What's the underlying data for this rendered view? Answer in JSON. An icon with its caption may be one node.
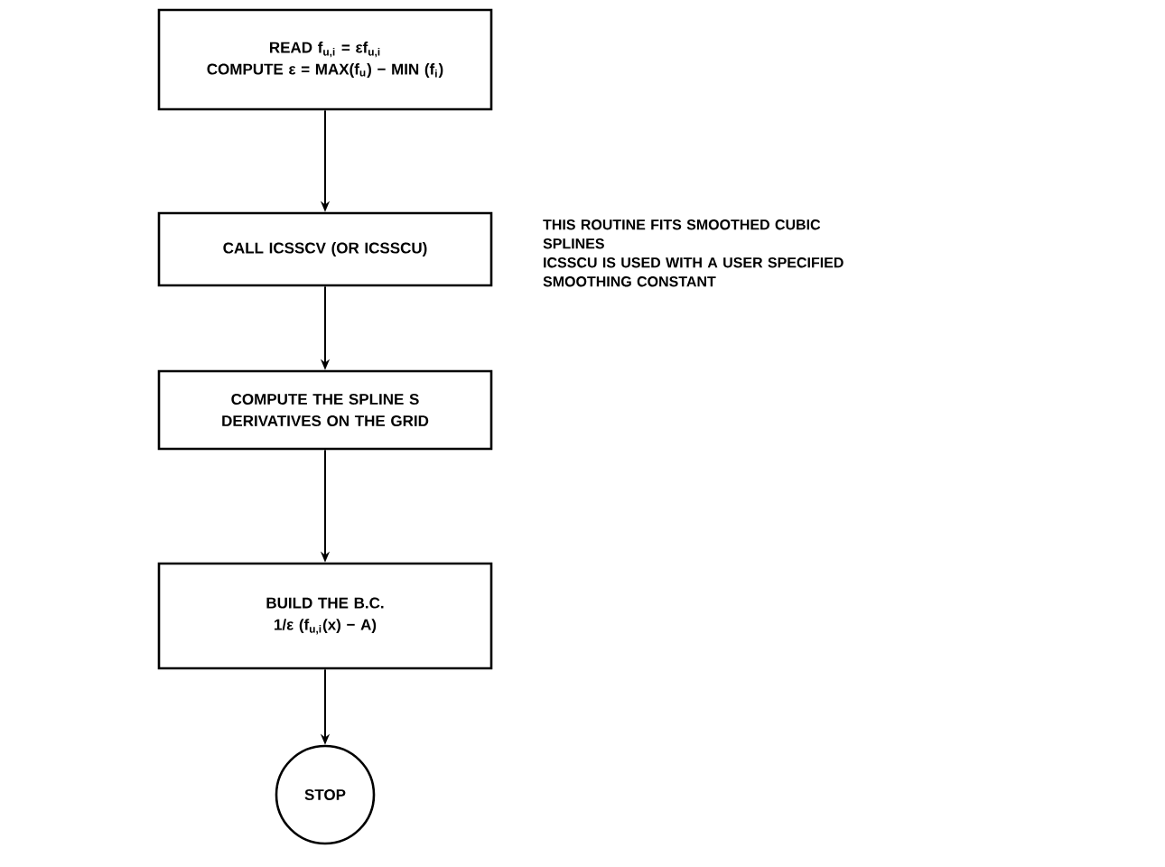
{
  "diagram": {
    "nodes": [
      {
        "text": [
          "READ f$_{u,i}$ = εf$_{u,i}$",
          "COMPUTE ε = MAX(f$_{u}$) − MIN (f$_{i}$)"
        ]
      },
      {
        "text": [
          "CALL ICSSCV (OR ICSSCU)"
        ],
        "beside": [
          "THIS ROUTINE FITS SMOOTHED CUBIC SPLINES",
          "ICSSCU IS USED WITH A USER SPECIFIED SMOOTHING CONSTANT"
        ]
      },
      {
        "text": [
          "COMPUTE THE SPLINE S DERIVATIVES ON THE GRID"
        ]
      },
      {
        "text": [
          "BUILD THE B.C.",
          "1/ε (f$_{u,i}$(x) − A)"
        ]
      },
      {
        "text": [
          "STOP"
        ]
      }
    ],
    "edges": [
      {
        "from": 0,
        "to": 1,
        "arrow": "to"
      },
      {
        "from": 1,
        "to": 2,
        "arrow": "to"
      },
      {
        "from": 2,
        "to": 3,
        "arrow": "to"
      },
      {
        "from": 3,
        "to": 4,
        "arrow": "to"
      }
    ]
  }
}
